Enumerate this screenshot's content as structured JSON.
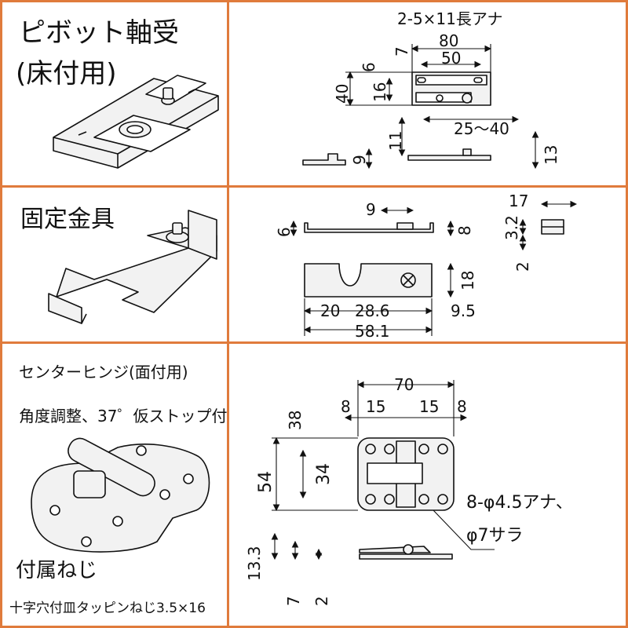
{
  "panels": [
    {
      "title": "ピボット軸受",
      "subtitle": "(床付用)",
      "dims": {
        "slot": "2-5×11長アナ",
        "w80": "80",
        "w50": "50",
        "d7": "7",
        "d6": "6",
        "d40": "40",
        "d16": "16",
        "d11": "11",
        "range": "25～40",
        "d9": "9",
        "d13": "13"
      }
    },
    {
      "title": "固定金具",
      "dims": {
        "d9": "9",
        "d17": "17",
        "d6": "6",
        "d8": "8",
        "d32": "3.2",
        "d2": "2",
        "d18": "18",
        "d20": "20",
        "d286": "28.6",
        "d95": "9.5",
        "d581": "58.1"
      }
    },
    {
      "title": "センターヒンジ(面付用)",
      "subtitle": "角度調整、37゜仮ストップ付",
      "accessory_title": "付属ねじ",
      "accessory_text": "十字穴付皿タッピンねじ3.5×16",
      "dims": {
        "d70": "70",
        "d8a": "8",
        "d15a": "15",
        "d15b": "15",
        "d8b": "8",
        "d38": "38",
        "d54": "54",
        "d34": "34",
        "holes": "8-φ4.5アナ、",
        "counter": "φ7サラ",
        "d133": "13.3",
        "d7": "7",
        "d2": "2"
      }
    }
  ],
  "colors": {
    "frame": "#e07b3c",
    "line": "#111111",
    "part": "#f2f2f2"
  }
}
